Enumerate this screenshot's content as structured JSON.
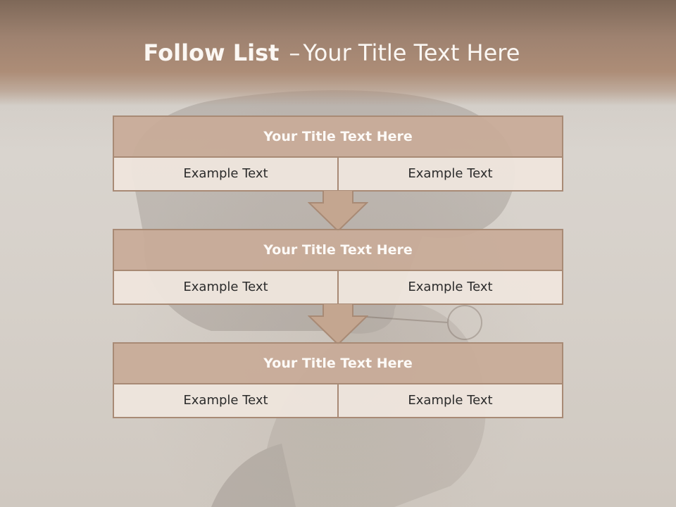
{
  "slide": {
    "title_bold": "Follow List",
    "title_dash": "–",
    "title_rest": "Your Title Text Here"
  },
  "steps": [
    {
      "title": "Your Title Text Here",
      "left": "Example Text",
      "right": "Example Text"
    },
    {
      "title": "Your Title Text Here",
      "left": "Example Text",
      "right": "Example Text"
    },
    {
      "title": "Your Title Text Here",
      "left": "Example Text",
      "right": "Example Text"
    }
  ],
  "colors": {
    "accent": "#c4a690",
    "border": "#a88a75",
    "header_band": "#a68670",
    "cell": "#ede4de"
  }
}
